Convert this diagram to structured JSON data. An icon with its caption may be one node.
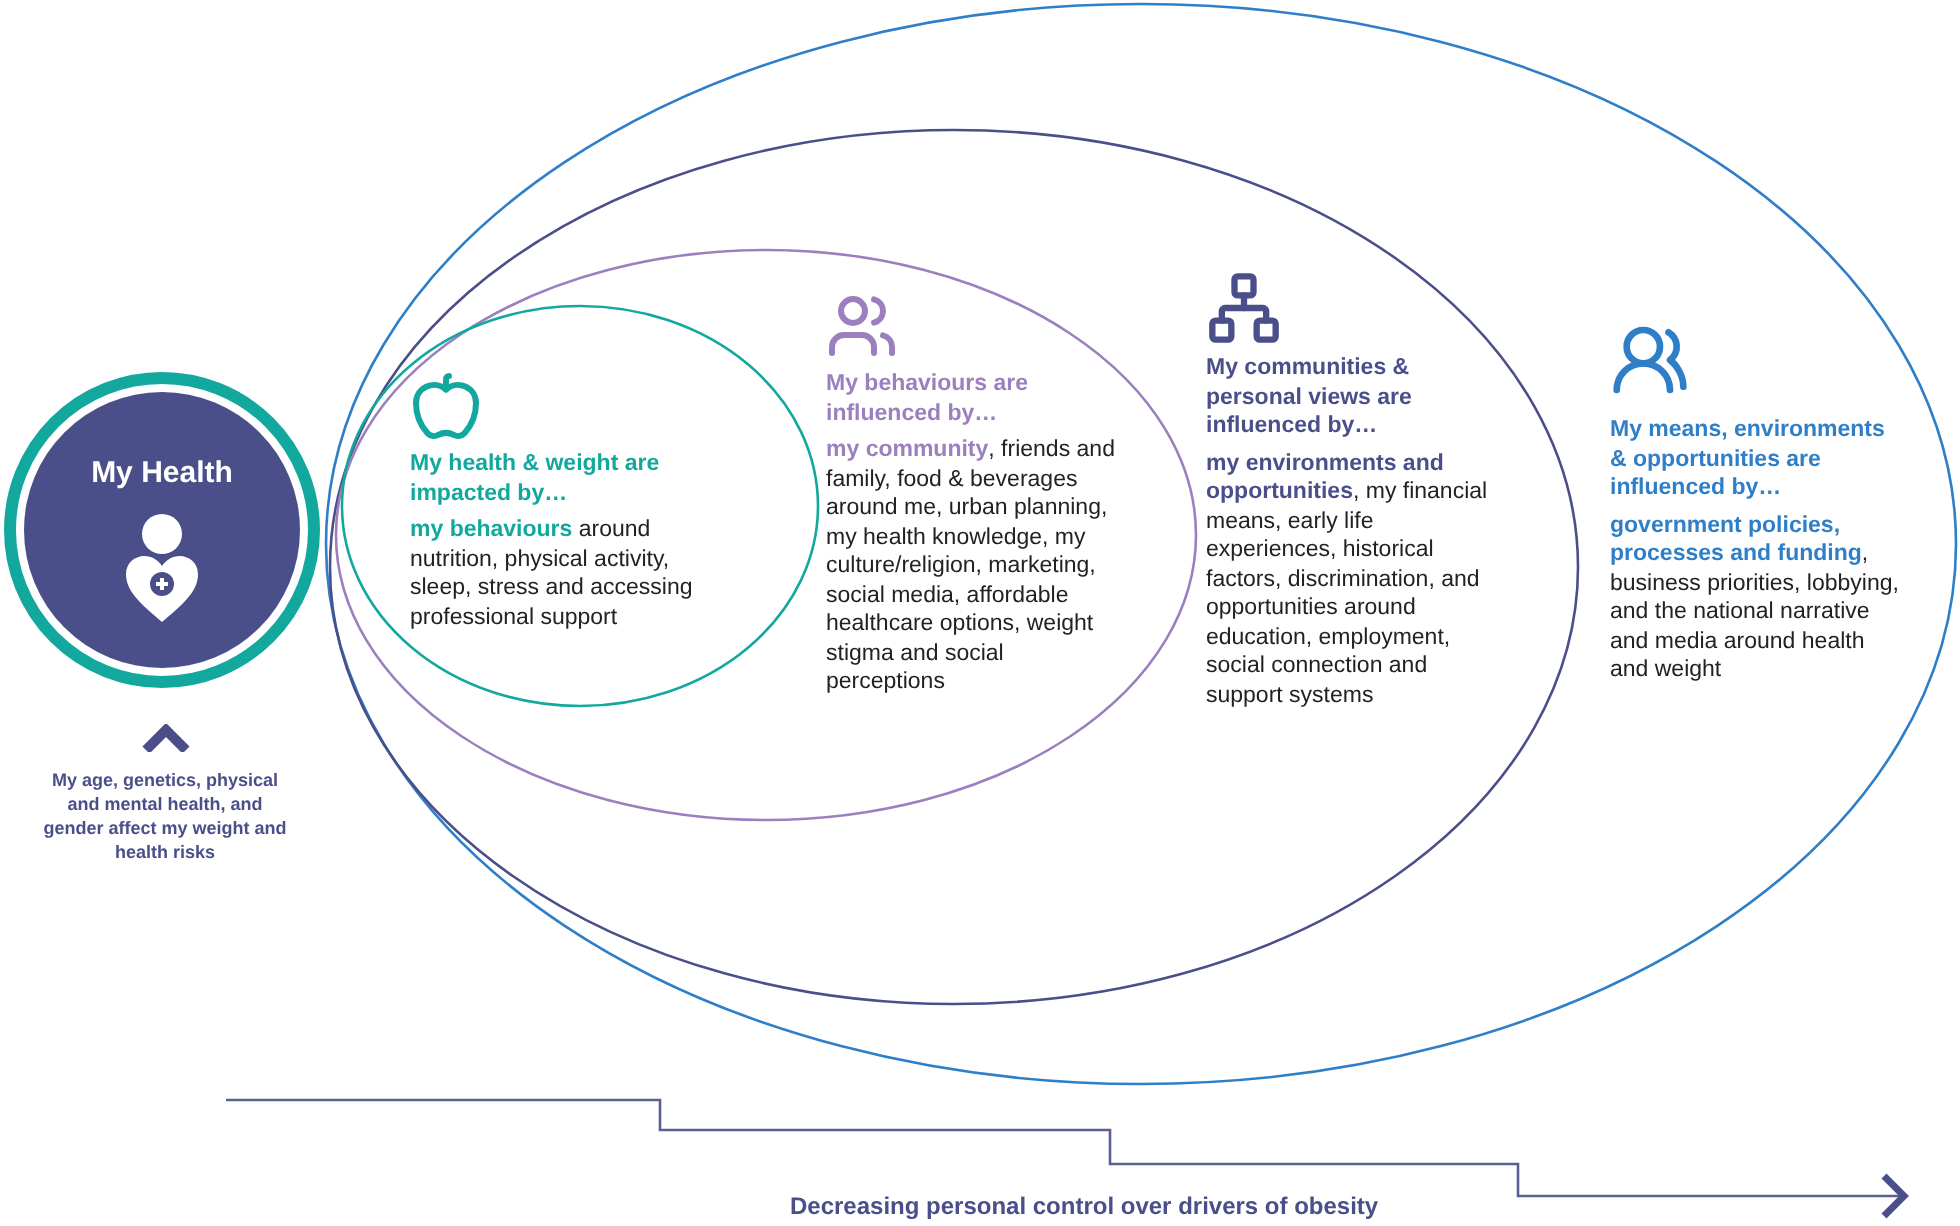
{
  "diagram": {
    "nodes": [
      {
        "text": [
          "My Health"
        ]
      },
      {
        "text": [
          "My means, environments & opportunities are influenced by…",
          "**government policies, processes and funding**, business priorities, lobbying, and the national narrative and media around health and weight"
        ]
      },
      {
        "text": [
          "My communities & personal views are influenced by…",
          "**my environments and opportunities**, my financial means, early life experiences, historical factors, discrimination, and opportunities around education, employment, social connection and support systems"
        ],
        "in": 1
      },
      {
        "text": [
          "My behaviours are influenced by…",
          "**my community**, friends and family, food & beverages around me, urban planning, my health knowledge, my culture/religion, marketing, social media, affordable healthcare options, weight stigma and social perceptions"
        ],
        "in": 2
      },
      {
        "text": [
          "My health & weight are impacted by…",
          "**my behaviours** around nutrition, physical activity, sleep, stress and accessing professional support"
        ],
        "in": 3
      }
    ],
    "labels": [
      "My age, genetics, physical and mental health, and gender affect my weight and health risks",
      "Decreasing personal control over drivers of obesity"
    ]
  }
}
